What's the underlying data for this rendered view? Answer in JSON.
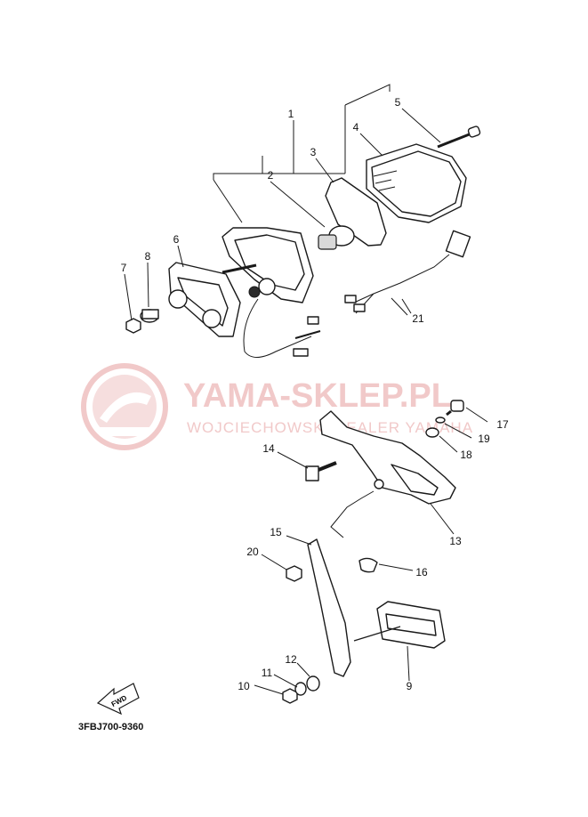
{
  "watermark": {
    "title": "YAMA-SKLEP.PL",
    "subtitle": "WOJCIECHOWSKI DEALER YAMAHA"
  },
  "diagram": {
    "code": "3FBJ700-9360",
    "fwd_label": "FWD",
    "callouts": [
      "1",
      "2",
      "3",
      "4",
      "5",
      "6",
      "7",
      "8",
      "9",
      "10",
      "11",
      "12",
      "13",
      "14",
      "15",
      "16",
      "17",
      "18",
      "19",
      "20",
      "21"
    ]
  },
  "colors": {
    "line": "#1a1a1a",
    "watermark": "#f1c9c9"
  }
}
